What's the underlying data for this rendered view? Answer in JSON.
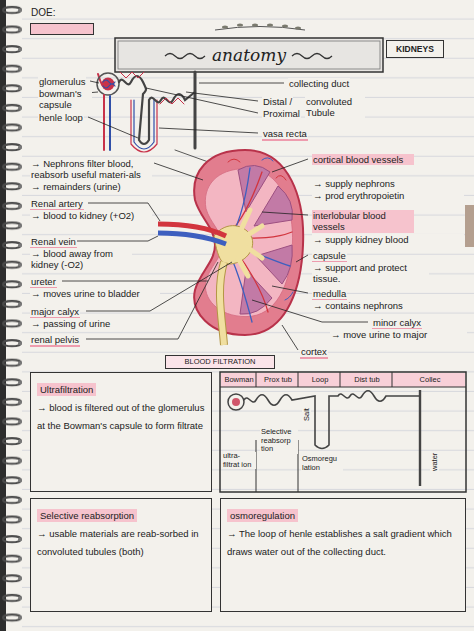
{
  "diagram": {
    "title": "anatomy",
    "nodes": [
      {
        "text": [
          "DOE:"
        ]
      },
      {
        "text": [
          "KIDNEYS"
        ]
      },
      {
        "text": [
          "BLOOD FILTRATION"
        ]
      },
      {
        "text": [
          "Ultrafiltration",
          "→ blood is filtered out of the glomerulus at the Bowman's capsule to form filtrate"
        ]
      },
      {
        "text": [
          "Selective reabsorption",
          "→ usable materials are reab-sorbed in convoluted tubules (both)"
        ]
      },
      {
        "text": [
          "osmoregulation",
          "→ The loop of henle establishes a salt gradient which draws water out of the collecting duct."
        ]
      }
    ],
    "labels": [
      "glomerulus",
      "bowman's capsule",
      "henle loop",
      "collecting duct",
      "Distal /",
      "Proximal",
      "convoluted Tubule",
      "vasa recta",
      "→ Nephrons filter blood, reabsorb useful materi-als → remainders (urine)",
      "Renal artery",
      "→ blood to kidney (+O2)",
      "Renal vein",
      "→ blood away from kidney (-O2)",
      "ureter",
      "→ moves urine to bladder",
      "major calyx",
      "→ passing of urine",
      "renal pelvis",
      "cortical blood vessels",
      "→ supply nephrons",
      "→ prod erythropoietin",
      "interlobular blood vessels",
      "→ supply kidney blood",
      "capsule",
      "→ support and protect tissue.",
      "medulla",
      "→ contains nephrons",
      "minor calyx",
      "→ move urine to major",
      "cortex",
      "Bowman",
      "Prox tub",
      "Loop",
      "Dist tub",
      "Collec",
      "ultra-filtrat ion",
      "Selective reabsorp tion",
      "Salt",
      "Osmoregu lation",
      "water"
    ]
  }
}
